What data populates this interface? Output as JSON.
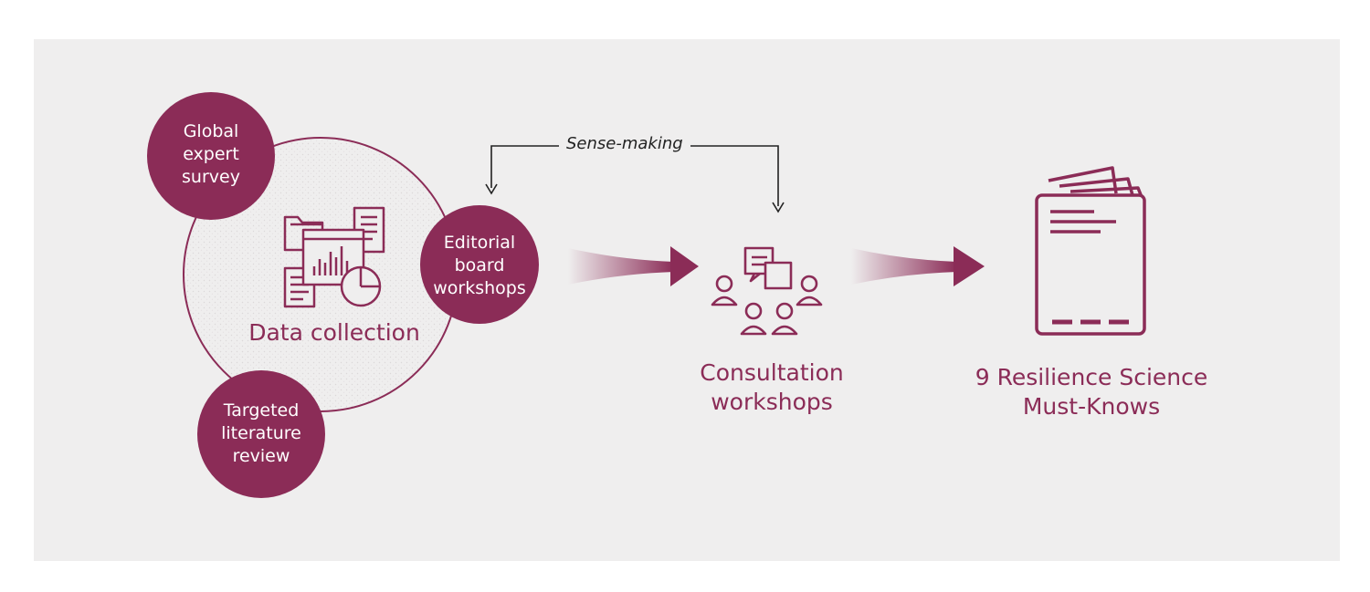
{
  "colors": {
    "accent": "#8b2c57",
    "background": "#efeeee",
    "text_on_accent": "#ffffff"
  },
  "data_collection": {
    "label": "Data collection",
    "icon": "documents-chart-icon"
  },
  "inputs": {
    "survey": {
      "label": "Global expert survey"
    },
    "review": {
      "label": "Targeted literature review"
    },
    "editorial": {
      "label": "Editorial board workshops"
    }
  },
  "feedback": {
    "label": "Sense-making"
  },
  "consultation": {
    "label": "Consultation workshops",
    "icon": "people-chat-icon"
  },
  "output": {
    "label": "9 Resilience Science Must-Knows",
    "icon": "book-icon"
  }
}
